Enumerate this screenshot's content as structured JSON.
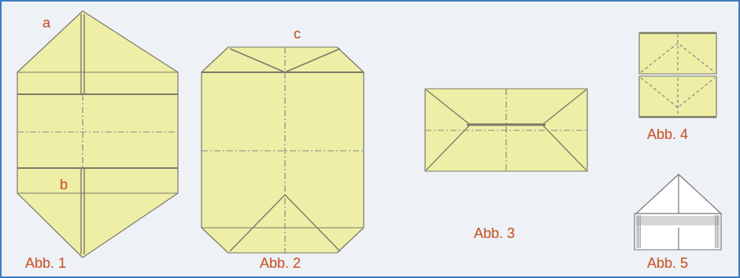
{
  "diagram": {
    "labels": [
      "a",
      "b",
      "Abb. 1",
      "c",
      "Abb. 2",
      "Abb. 3",
      "Abb. 4",
      "Abb. 5"
    ]
  }
}
